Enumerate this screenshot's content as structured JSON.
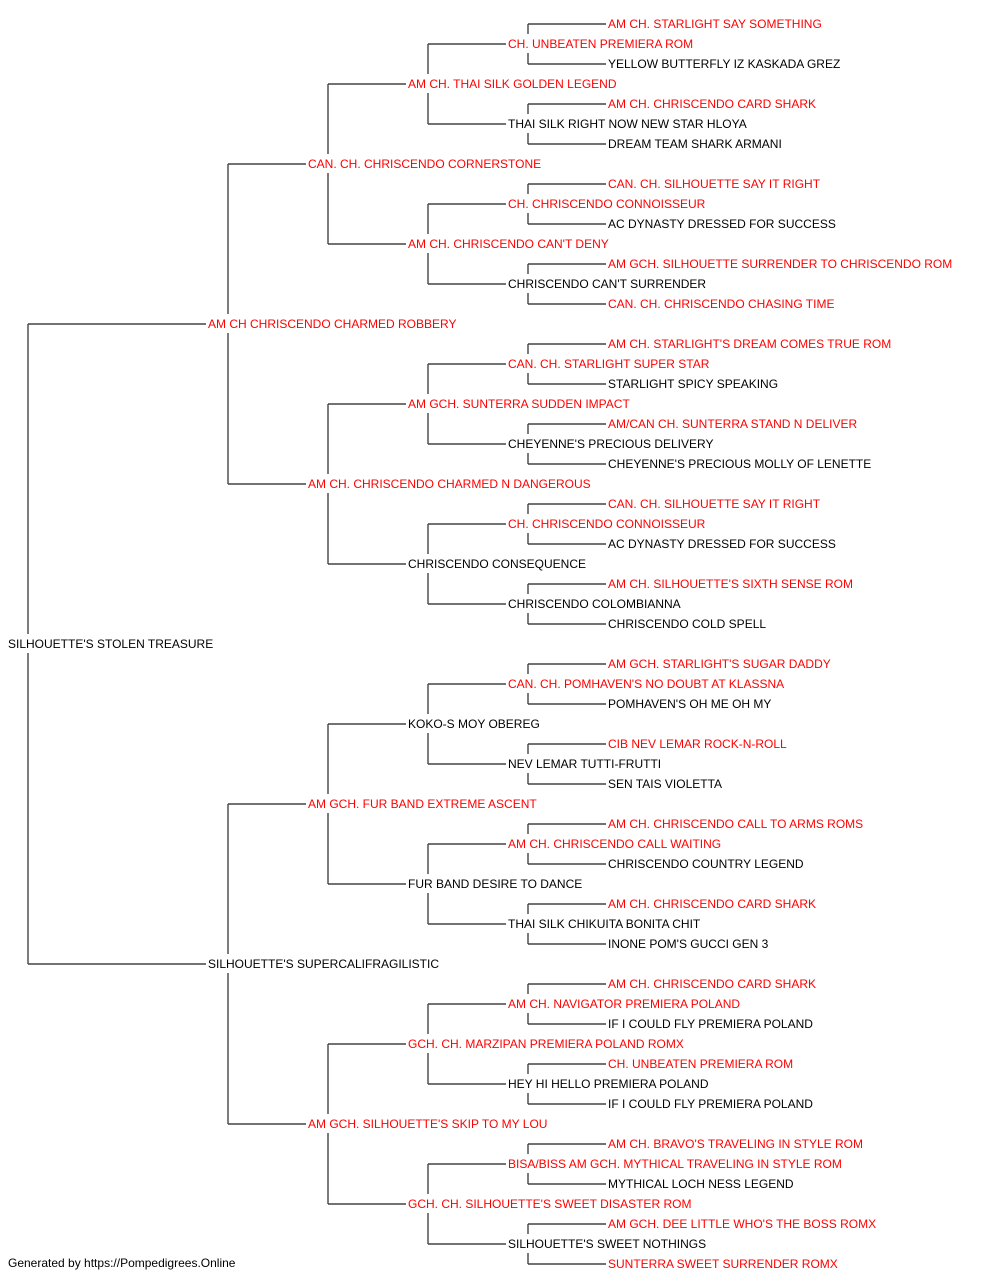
{
  "title_color": "#ff0000",
  "plain_color": "#000000",
  "pedigree": {
    "name": "SILHOUETTE'S STOLEN TREASURE",
    "titled": false,
    "sire": {
      "name": "AM CH CHRISCENDO CHARMED ROBBERY",
      "titled": true,
      "sire": {
        "name": "CAN. CH. CHRISCENDO CORNERSTONE",
        "titled": true,
        "sire": {
          "name": "AM CH. THAI SILK GOLDEN LEGEND",
          "titled": true,
          "sire": {
            "name": "CH. UNBEATEN PREMIERA ROM",
            "titled": true,
            "sire": {
              "name": "AM CH. STARLIGHT SAY SOMETHING",
              "titled": true
            },
            "dam": {
              "name": "YELLOW BUTTERFLY IZ KASKADA GREZ",
              "titled": false
            }
          },
          "dam": {
            "name": "THAI SILK RIGHT NOW NEW STAR HLOYA",
            "titled": false,
            "sire": {
              "name": "AM CH. CHRISCENDO CARD SHARK",
              "titled": true
            },
            "dam": {
              "name": "DREAM TEAM SHARK ARMANI",
              "titled": false
            }
          }
        },
        "dam": {
          "name": "AM CH. CHRISCENDO CAN'T DENY",
          "titled": true,
          "sire": {
            "name": "CH. CHRISCENDO CONNOISSEUR",
            "titled": true,
            "sire": {
              "name": "CAN. CH. SILHOUETTE SAY IT RIGHT",
              "titled": true
            },
            "dam": {
              "name": "AC DYNASTY DRESSED FOR SUCCESS",
              "titled": false
            }
          },
          "dam": {
            "name": "CHRISCENDO CAN'T SURRENDER",
            "titled": false,
            "sire": {
              "name": "AM GCH. SILHOUETTE SURRENDER TO CHRISCENDO ROM",
              "titled": true
            },
            "dam": {
              "name": "CAN. CH. CHRISCENDO CHASING TIME",
              "titled": true
            }
          }
        }
      },
      "dam": {
        "name": "AM CH. CHRISCENDO CHARMED N DANGEROUS",
        "titled": true,
        "sire": {
          "name": "AM GCH. SUNTERRA SUDDEN IMPACT",
          "titled": true,
          "sire": {
            "name": "CAN. CH. STARLIGHT SUPER STAR",
            "titled": true,
            "sire": {
              "name": "AM CH. STARLIGHT'S DREAM COMES TRUE ROM",
              "titled": true
            },
            "dam": {
              "name": "STARLIGHT SPICY SPEAKING",
              "titled": false
            }
          },
          "dam": {
            "name": "CHEYENNE'S PRECIOUS DELIVERY",
            "titled": false,
            "sire": {
              "name": "AM/CAN CH. SUNTERRA STAND N DELIVER",
              "titled": true
            },
            "dam": {
              "name": "CHEYENNE'S PRECIOUS MOLLY OF LENETTE",
              "titled": false
            }
          }
        },
        "dam": {
          "name": "CHRISCENDO CONSEQUENCE",
          "titled": false,
          "sire": {
            "name": "CH. CHRISCENDO CONNOISSEUR",
            "titled": true,
            "sire": {
              "name": "CAN. CH. SILHOUETTE SAY IT RIGHT",
              "titled": true
            },
            "dam": {
              "name": "AC DYNASTY DRESSED FOR SUCCESS",
              "titled": false
            }
          },
          "dam": {
            "name": "CHRISCENDO COLOMBIANNA",
            "titled": false,
            "sire": {
              "name": "AM CH. SILHOUETTE'S SIXTH SENSE ROM",
              "titled": true
            },
            "dam": {
              "name": "CHRISCENDO COLD SPELL",
              "titled": false
            }
          }
        }
      }
    },
    "dam": {
      "name": "SILHOUETTE'S SUPERCALIFRAGILISTIC",
      "titled": false,
      "sire": {
        "name": "AM GCH. FUR BAND EXTREME ASCENT",
        "titled": true,
        "sire": {
          "name": "KOKO-S MOY OBEREG",
          "titled": false,
          "sire": {
            "name": "CAN. CH. POMHAVEN'S NO DOUBT AT KLASSNA",
            "titled": true,
            "sire": {
              "name": "AM GCH. STARLIGHT'S SUGAR DADDY",
              "titled": true
            },
            "dam": {
              "name": "POMHAVEN'S OH ME OH MY",
              "titled": false
            }
          },
          "dam": {
            "name": "NEV LEMAR TUTTI-FRUTTI",
            "titled": false,
            "sire": {
              "name": "CIB NEV LEMAR ROCK-N-ROLL",
              "titled": true
            },
            "dam": {
              "name": "SEN TAIS VIOLETTA",
              "titled": false
            }
          }
        },
        "dam": {
          "name": "FUR BAND DESIRE TO DANCE",
          "titled": false,
          "sire": {
            "name": "AM CH. CHRISCENDO CALL WAITING",
            "titled": true,
            "sire": {
              "name": "AM CH. CHRISCENDO CALL TO ARMS ROMS",
              "titled": true
            },
            "dam": {
              "name": "CHRISCENDO COUNTRY LEGEND",
              "titled": false
            }
          },
          "dam": {
            "name": "THAI SILK CHIKUITA BONITA CHIT",
            "titled": false,
            "sire": {
              "name": "AM CH. CHRISCENDO CARD SHARK",
              "titled": true
            },
            "dam": {
              "name": "INONE POM'S GUCCI GEN 3",
              "titled": false
            }
          }
        }
      },
      "dam": {
        "name": "AM GCH. SILHOUETTE'S SKIP TO MY LOU",
        "titled": true,
        "sire": {
          "name": "GCH. CH. MARZIPAN PREMIERA POLAND ROMX",
          "titled": true,
          "sire": {
            "name": "AM CH. NAVIGATOR PREMIERA POLAND",
            "titled": true,
            "sire": {
              "name": "AM CH. CHRISCENDO CARD SHARK",
              "titled": true
            },
            "dam": {
              "name": "IF I COULD FLY PREMIERA POLAND",
              "titled": false
            }
          },
          "dam": {
            "name": "HEY HI HELLO PREMIERA POLAND",
            "titled": false,
            "sire": {
              "name": "CH. UNBEATEN PREMIERA ROM",
              "titled": true
            },
            "dam": {
              "name": "IF I COULD FLY PREMIERA POLAND",
              "titled": false
            }
          }
        },
        "dam": {
          "name": "GCH. CH. SILHOUETTE'S SWEET DISASTER ROM",
          "titled": true,
          "sire": {
            "name": "BISA/BISS AM GCH. MYTHICAL TRAVELING IN STYLE ROM",
            "titled": true,
            "sire": {
              "name": "AM CH. BRAVO'S TRAVELING IN STYLE ROM",
              "titled": true
            },
            "dam": {
              "name": "MYTHICAL LOCH NESS LEGEND",
              "titled": false
            }
          },
          "dam": {
            "name": "SILHOUETTE'S SWEET NOTHINGS",
            "titled": false,
            "sire": {
              "name": "AM GCH. DEE LITTLE WHO'S THE BOSS ROMX",
              "titled": true
            },
            "dam": {
              "name": "SUNTERRA SWEET SURRENDER ROMX",
              "titled": true
            }
          }
        }
      }
    }
  },
  "footer": "Generated by https://Pompedigrees.Online"
}
